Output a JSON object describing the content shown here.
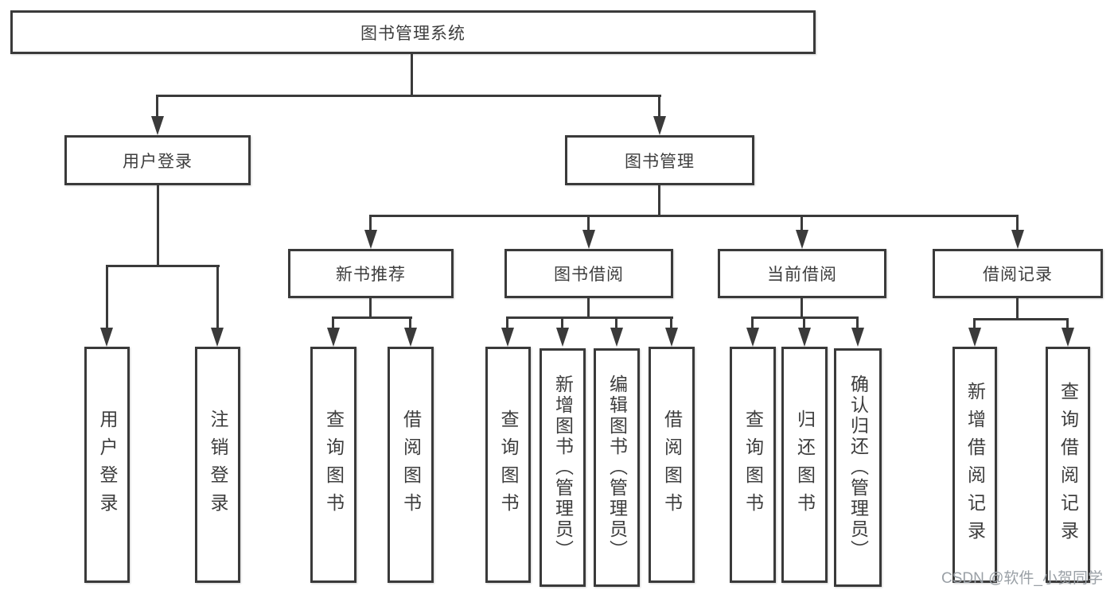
{
  "diagram": {
    "title": "图书管理系统",
    "branches": [
      {
        "label": "用户登录",
        "children": [
          {
            "label": "用户登录"
          },
          {
            "label": "注销登录"
          }
        ]
      },
      {
        "label": "图书管理",
        "children": [
          {
            "label": "新书推荐",
            "children": [
              {
                "label": "查询图书"
              },
              {
                "label": "借阅图书"
              }
            ]
          },
          {
            "label": "图书借阅",
            "children": [
              {
                "label": "查询图书"
              },
              {
                "label": "新增图书（管理员）"
              },
              {
                "label": "编辑图书（管理员）"
              },
              {
                "label": "借阅图书"
              }
            ]
          },
          {
            "label": "当前借阅",
            "children": [
              {
                "label": "查询图书"
              },
              {
                "label": "归还图书"
              },
              {
                "label": "确认归还（管理员）"
              }
            ]
          },
          {
            "label": "借阅记录",
            "children": [
              {
                "label": "新增借阅记录"
              },
              {
                "label": "查询借阅记录"
              }
            ]
          }
        ]
      }
    ]
  },
  "watermark": {
    "text": "CSDN @软件_小贺同学"
  },
  "colors": {
    "line": "#3a3a3a",
    "text": "#3d3d3d",
    "watermark": "#9aa0a6",
    "background": "#ffffff"
  }
}
